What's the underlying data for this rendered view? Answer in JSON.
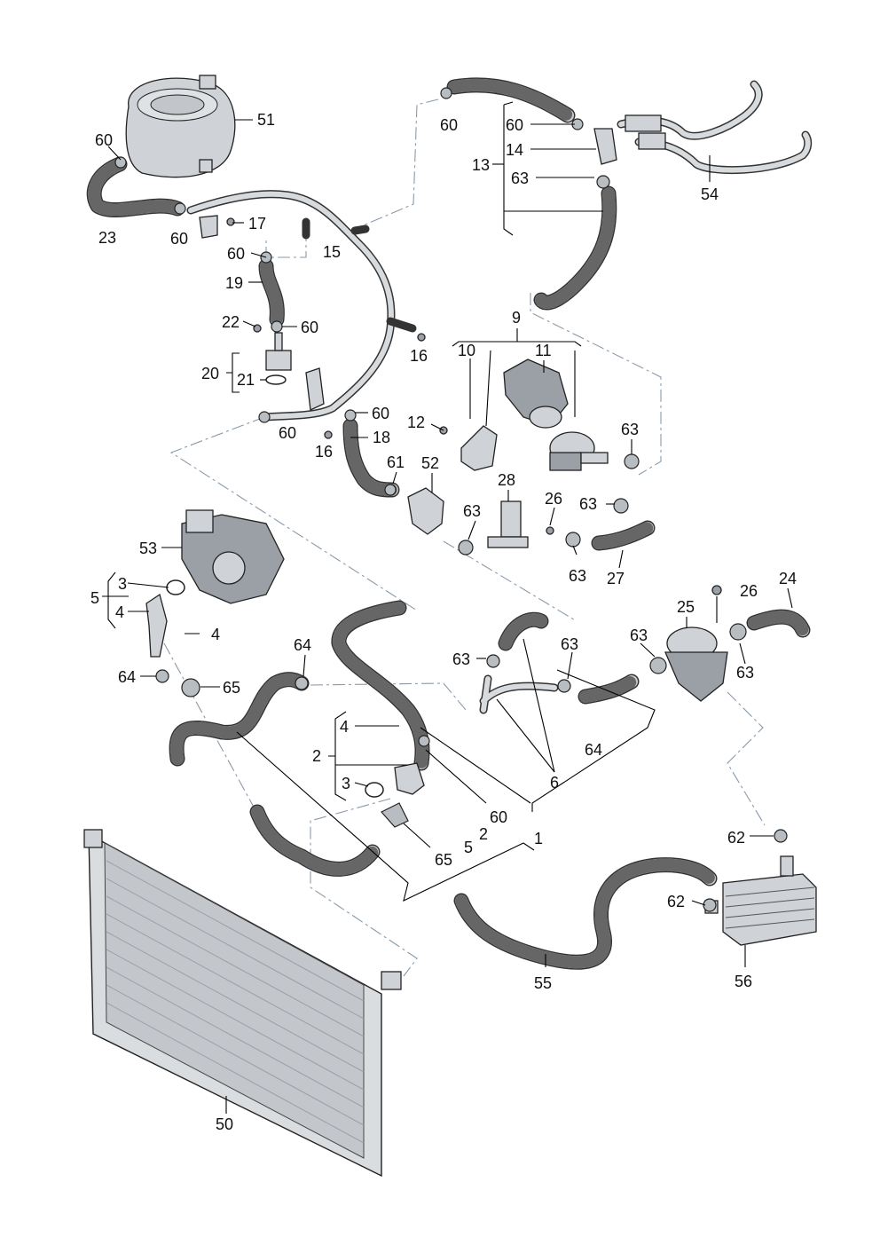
{
  "labels": {
    "l51": "51",
    "l60a": "60",
    "l23": "23",
    "l60b": "60",
    "l17": "17",
    "l60c": "60",
    "l15": "15",
    "l19": "19",
    "l22": "22",
    "l60d": "60",
    "l16a": "16",
    "l20": "20",
    "l21": "21",
    "l60e": "60",
    "l60f": "60",
    "l18": "18",
    "l16b": "16",
    "l60g": "60",
    "l60h": "60",
    "l14": "14",
    "l13": "13",
    "l63a": "63",
    "l54": "54",
    "l9": "9",
    "l10": "10",
    "l11": "11",
    "l12": "12",
    "l63b": "63",
    "l61": "61",
    "l52": "52",
    "l28": "28",
    "l26a": "26",
    "l63c": "63",
    "l63d": "63",
    "l63e": "63",
    "l27": "27",
    "l53": "53",
    "l3a": "3",
    "l5a": "5",
    "l4a": "4",
    "l4b": "4",
    "l64a": "64",
    "l64b": "64",
    "l65a": "65",
    "l25": "25",
    "l26b": "26",
    "l24": "24",
    "l63f": "63",
    "l63g": "63",
    "l63h": "63",
    "l63i": "63",
    "l64c": "64",
    "l6": "6",
    "l4c": "4",
    "l2a": "2",
    "l3b": "3",
    "l60i": "60",
    "l65b": "65",
    "l5b": "5",
    "l2b": "2",
    "l1": "1",
    "l62a": "62",
    "l62b": "62",
    "l55": "55",
    "l56": "56",
    "l50": "50"
  }
}
